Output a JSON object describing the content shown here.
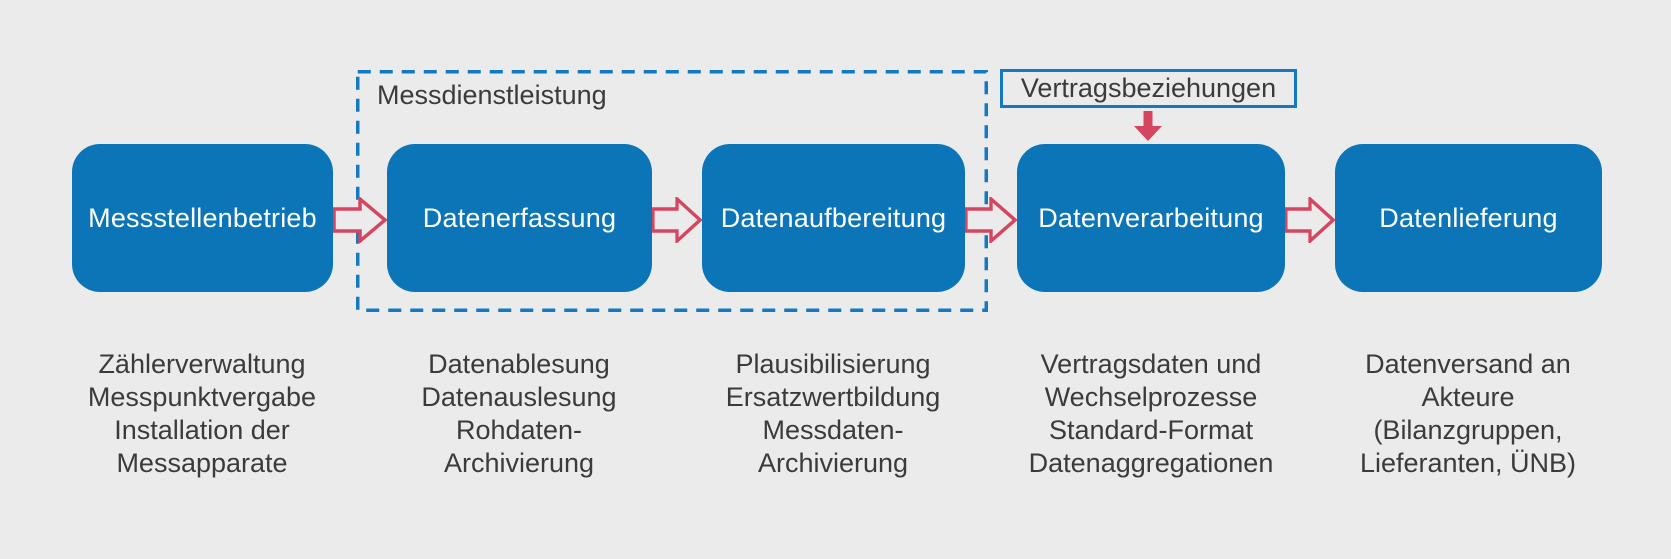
{
  "diagram": {
    "type": "process-flow",
    "background_color": "#ebebeb",
    "colors": {
      "box_blue": "#0c75b8",
      "outline_blue": "#1379c0",
      "arrow_red": "#d6455f",
      "text_dark": "#3b3b3b",
      "text_on_box": "#ffffff"
    },
    "dashed_group": {
      "label": "Messdienstleistung",
      "contains_stages": [
        "Datenerfassung",
        "Datenaufbereitung"
      ]
    },
    "contract_box": {
      "label": "Vertragsbeziehungen",
      "points_to": "Datenverarbeitung"
    },
    "stages": [
      {
        "label": "Messstellenbetrieb",
        "description": "Zählerverwaltung\nMesspunktvergabe\nInstallation der\nMessapparate"
      },
      {
        "label": "Datenerfassung",
        "description": "Datenablesung\nDatenauslesung\nRohdaten-\nArchivierung"
      },
      {
        "label": "Datenaufbereitung",
        "description": "Plausibilisierung\nErsatzwertbildung\nMessdaten-\nArchivierung"
      },
      {
        "label": "Datenverarbeitung",
        "description": "Vertragsdaten und\nWechselprozesse\nStandard-Format\nDatenaggregationen"
      },
      {
        "label": "Datenlieferung",
        "description": "Datenversand an\nAkteure\n(Bilanzgruppen,\nLieferanten, ÜNB)"
      }
    ]
  }
}
